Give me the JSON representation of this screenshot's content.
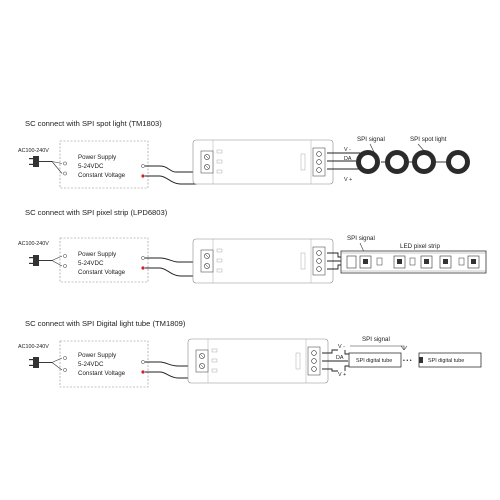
{
  "sections": [
    {
      "title": "SC connect with SPI spot light (TM1803)",
      "ac_label": "AC100-240V",
      "psu_lines": [
        "Power Supply",
        "5-24VDC",
        "Constant Voltage"
      ],
      "signal_label": "SPI signal",
      "load_label": "SPI spot light",
      "pins": [
        "V -",
        "DA",
        "V +"
      ]
    },
    {
      "title": "SC connect with SPI pixel strip (LPD6803)",
      "ac_label": "AC100-240V",
      "psu_lines": [
        "Power Supply",
        "5-24VDC",
        "Constant Voltage"
      ],
      "signal_label": "SPI signal",
      "load_label": "LED pixel strip"
    },
    {
      "title": "SC connect with SPI Digital light tube (TM1809)",
      "ac_label": "AC100-240V",
      "psu_lines": [
        "Power Supply",
        "5-24VDC",
        "Constant Voltage"
      ],
      "signal_label": "SPI signal",
      "pins": [
        "V -",
        "DA",
        "V +"
      ],
      "tube_label": "SPI digital tube",
      "ellipsis": "• • •"
    }
  ],
  "colors": {
    "wire": "#222222",
    "red_terminal": "#d0202a",
    "box_stroke": "#8a8a8a",
    "spot_light": "#2b2b2b"
  }
}
